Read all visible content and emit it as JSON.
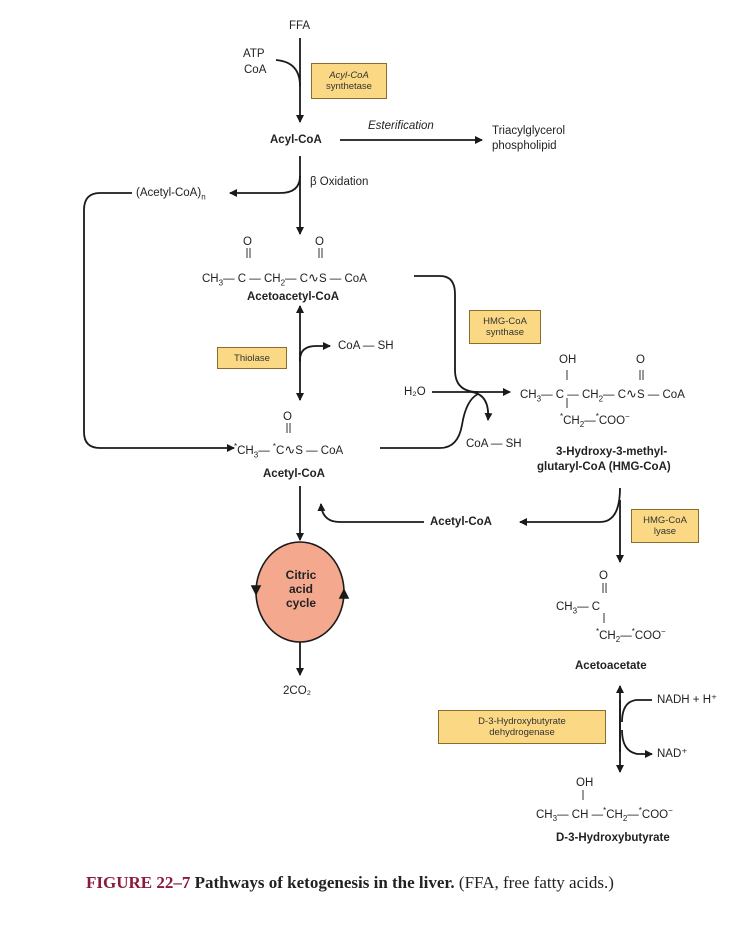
{
  "figure": {
    "label": "FIGURE 22–7",
    "title": "Pathways of ketogenesis in the liver.",
    "note": "(FFA, free fatty acids.)"
  },
  "nodes": {
    "ffa": "FFA",
    "atp": "ATP",
    "coa": "CoA",
    "acyl_coa": "Acyl-CoA",
    "esterification": "Esterification",
    "triacylglycerol": "Triacylglycerol",
    "phospholipid": "phospholipid",
    "acetyl_coa_n": "(Acetyl-CoA)",
    "acetyl_coa_n_sub": "n",
    "beta_oxidation": "β Oxidation",
    "acetoacetyl_coa": "Acetoacetyl-CoA",
    "coa_sh_1": "CoA — SH",
    "acetyl_coa": "Acetyl-CoA",
    "h2o": "H₂O",
    "coa_sh_2": "CoA — SH",
    "hmg_coa_name_1": "3-Hydroxy-3-methyl-",
    "hmg_coa_name_2": "glutaryl-CoA (HMG-CoA)",
    "acetyl_coa_released": "Acetyl-CoA",
    "citric_cycle": "Citric acid cycle",
    "citric_1": "Citric",
    "citric_2": "acid",
    "citric_3": "cycle",
    "co2": "2CO₂",
    "acetoacetate": "Acetoacetate",
    "nadh": "NADH + H⁺",
    "nad": "NAD⁺",
    "hydroxybutyrate": "D-3-Hydroxybutyrate"
  },
  "enzymes": {
    "acyl_coa_synthetase_1": "Acyl-CoA",
    "acyl_coa_synthetase_2": "synthetase",
    "thiolase": "Thiolase",
    "hmg_coa_synthase_1": "HMG-CoA",
    "hmg_coa_synthase_2": "synthase",
    "hmg_coa_lyase_1": "HMG-CoA",
    "hmg_coa_lyase_2": "lyase",
    "dehydrogenase_1": "D-3-Hydroxybutyrate",
    "dehydrogenase_2": "dehydrogenase"
  },
  "colors": {
    "enzyme_fill": "#fbd884",
    "cycle_fill": "#f4a98f",
    "figure_label": "#8b1a3b",
    "line": "#1a1a1a"
  }
}
